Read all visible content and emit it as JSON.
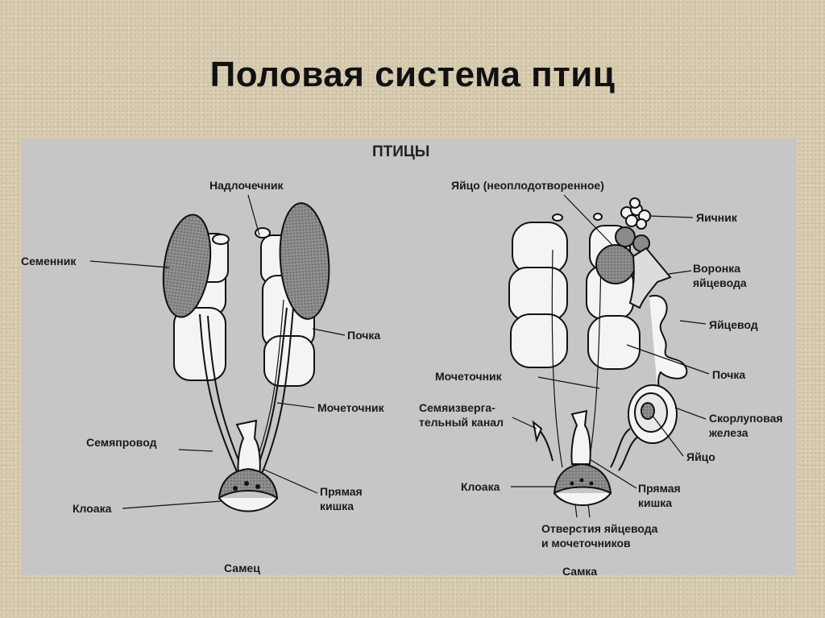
{
  "title": "Половая система птиц",
  "diagram": {
    "heading": "ПТИЦЫ",
    "male": {
      "caption": "Самец",
      "labels": {
        "adrenal": "Надлочечник",
        "testis": "Семенник",
        "kidney": "Почка",
        "ureter": "Мочеточник",
        "vas_deferens": "Семяпровод",
        "rectum_1": "Прямая",
        "rectum_2": "кишка",
        "cloaca": "Клоака"
      }
    },
    "female": {
      "caption": "Самка",
      "labels": {
        "egg_unfertilized": "Яйцо (неоплодотворенное)",
        "ovary": "Яичник",
        "funnel_1": "Воронка",
        "funnel_2": "яйцевода",
        "oviduct": "Яйцевод",
        "kidney": "Почка",
        "ureter": "Мочеточник",
        "ejaculatory_1": "Семяизверга-",
        "ejaculatory_2": "тельный канал",
        "shell_gland_1": "Скорлуповая",
        "shell_gland_2": "железа",
        "egg": "Яйцо",
        "cloaca": "Клоака",
        "rectum_1": "Прямая",
        "rectum_2": "кишка",
        "openings_1": "Отверстия яйцевода",
        "openings_2": "и мочеточников"
      }
    }
  }
}
